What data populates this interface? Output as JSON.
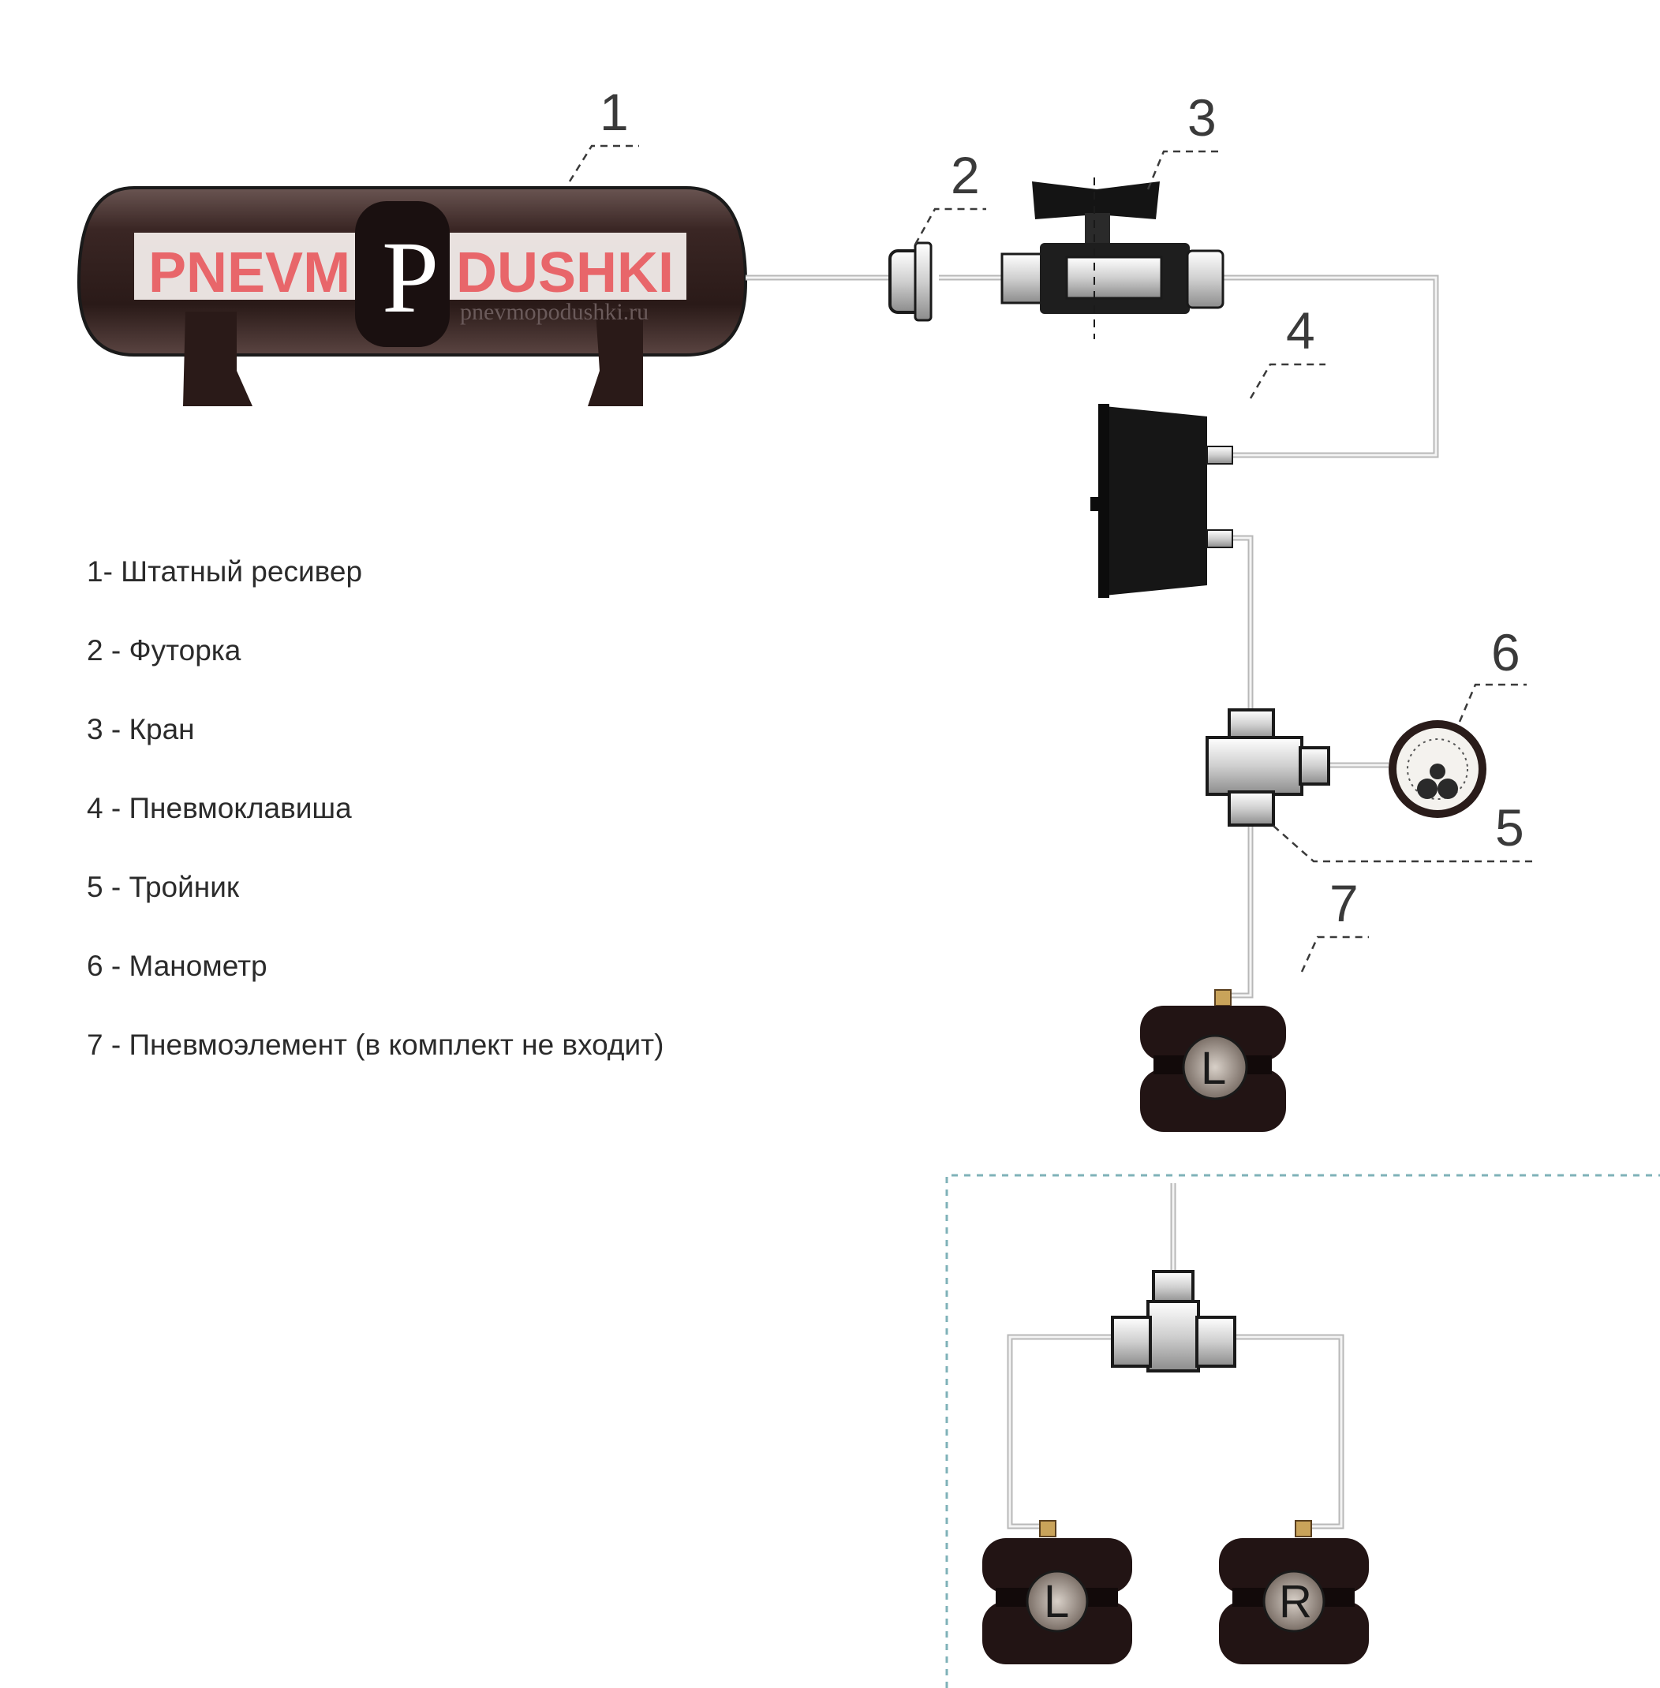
{
  "callouts": [
    "1",
    "2",
    "3",
    "4",
    "5",
    "6",
    "7"
  ],
  "legend": [
    "1- Штатный ресивер",
    "2 - Футорка",
    "3 - Кран",
    "4 - Пневмоклавиша",
    "5 - Тройник",
    "6 - Манометр",
    "7 - Пневмоэлемент (в комплект не входит)"
  ],
  "tank_logo": {
    "left_text": "PNEVM",
    "right_text": "DUSHKI",
    "site": "pnevmopodushki.ru",
    "logo_mark": "P"
  },
  "bag_labels": {
    "single": "L",
    "left": "L",
    "right": "R"
  },
  "colors": {
    "tank_body": "#3a2624",
    "logo_text": "#e8666a",
    "pipe": "#c8c8c8",
    "outline": "#1a1a1a",
    "dashed_box": "#7fb2b8",
    "brass": "#c9a35a"
  }
}
